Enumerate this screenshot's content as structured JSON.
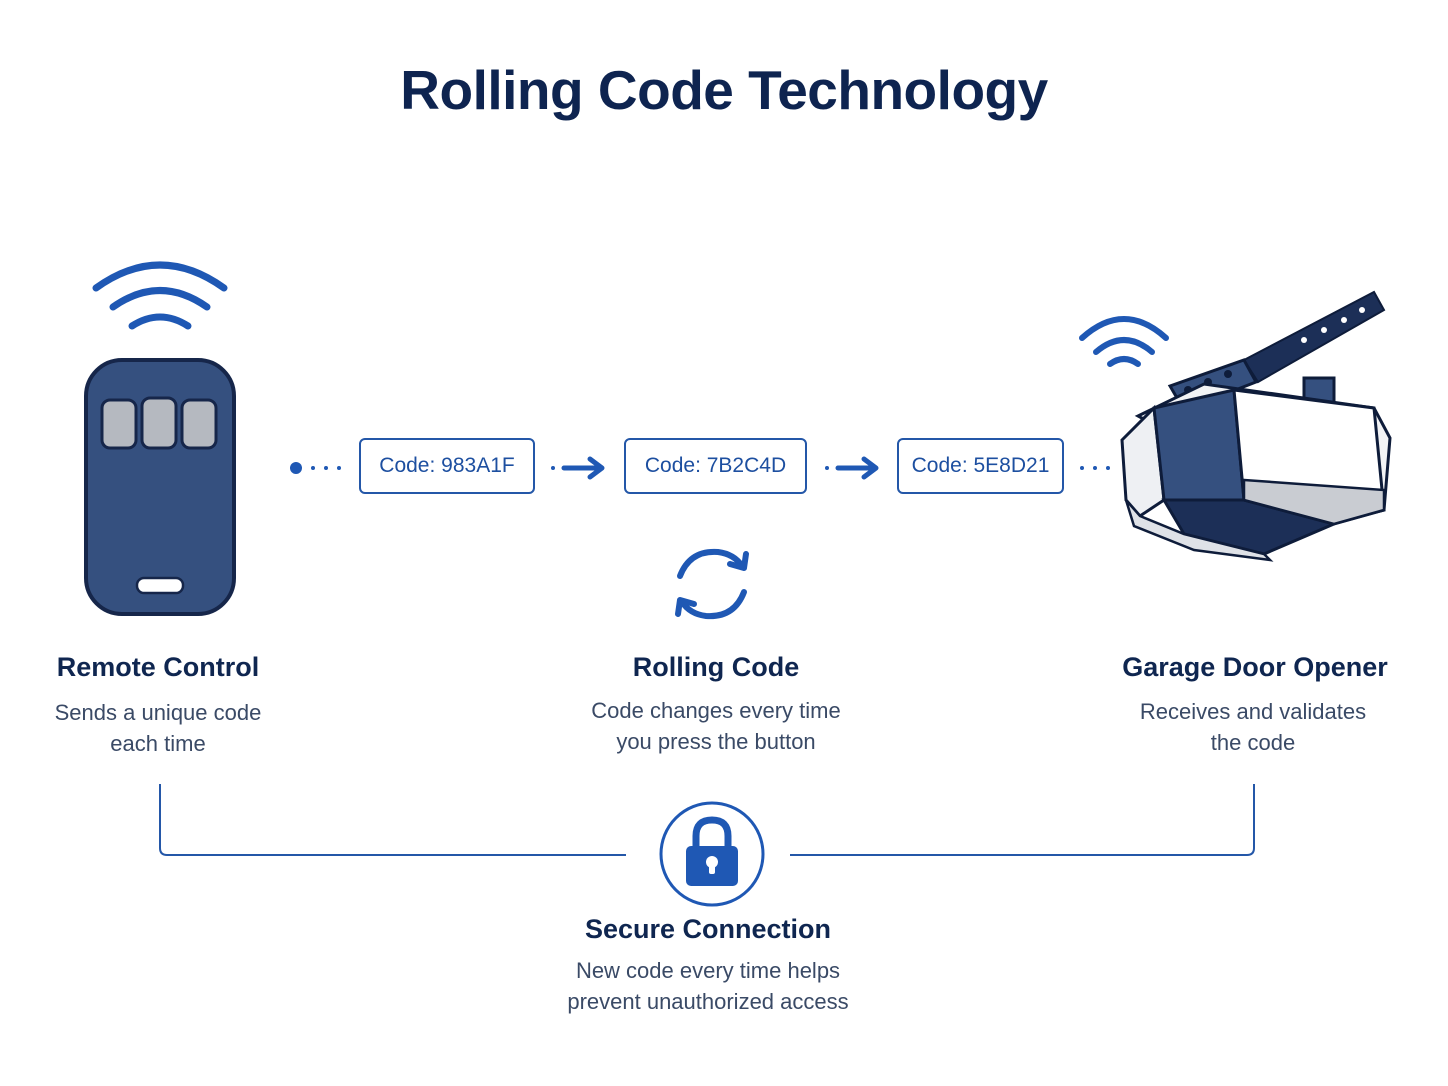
{
  "title": "Rolling Code Technology",
  "colors": {
    "accent": "#1f58b4",
    "navy": "#35507f",
    "dark_navy": "#1c2f57",
    "button_gray": "#b5b9c0",
    "text_dark": "#0f2650",
    "text_muted": "#3a4a66"
  },
  "codes": [
    {
      "label": "Code: 983A1F"
    },
    {
      "label": "Code: 7B2C4D"
    },
    {
      "label": "Code: 5E8D21"
    }
  ],
  "nodes": {
    "remote": {
      "title": "Remote Control",
      "desc_line1": "Sends a unique code",
      "desc_line2": "each time",
      "icon": "remote-control-icon"
    },
    "rolling": {
      "title": "Rolling Code",
      "desc_line1": "Code changes every time",
      "desc_line2": "you press the button",
      "icon": "sync-arrows-icon"
    },
    "opener": {
      "title": "Garage Door Opener",
      "desc_line1": "Receives and validates",
      "desc_line2": "the code",
      "icon": "garage-door-opener-icon"
    },
    "secure": {
      "title": "Secure Connection",
      "desc_line1": "New code every time helps",
      "desc_line2": "prevent unauthorized access",
      "icon": "padlock-icon"
    }
  }
}
